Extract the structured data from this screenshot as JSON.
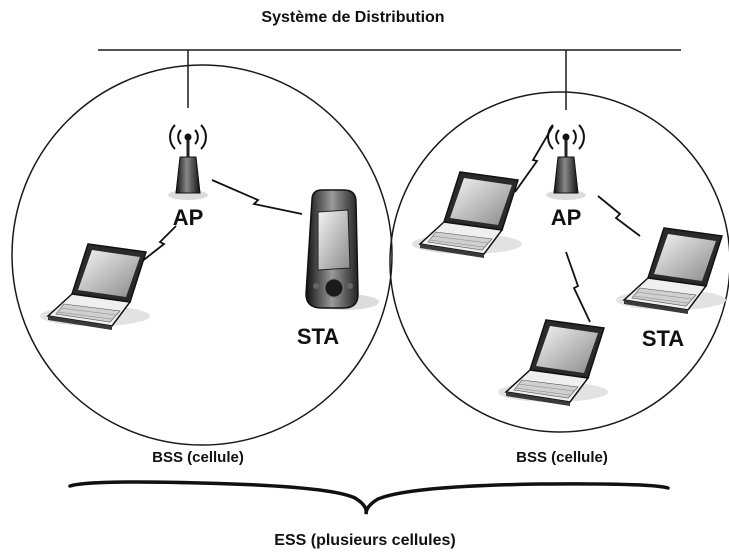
{
  "title": "Système de Distribution",
  "cells": [
    {
      "bss_label": "BSS (cellule)",
      "ap_label": "AP",
      "sta_label": "STA"
    },
    {
      "bss_label": "BSS (cellule)",
      "ap_label": "AP",
      "sta_label": "STA"
    }
  ],
  "ess_label": "ESS (plusieurs cellules)",
  "colors": {
    "stroke": "#1a1a1a",
    "device": "#2b2b2b",
    "screen": "#c8c8c8",
    "shadow": "#dcdcdc"
  }
}
